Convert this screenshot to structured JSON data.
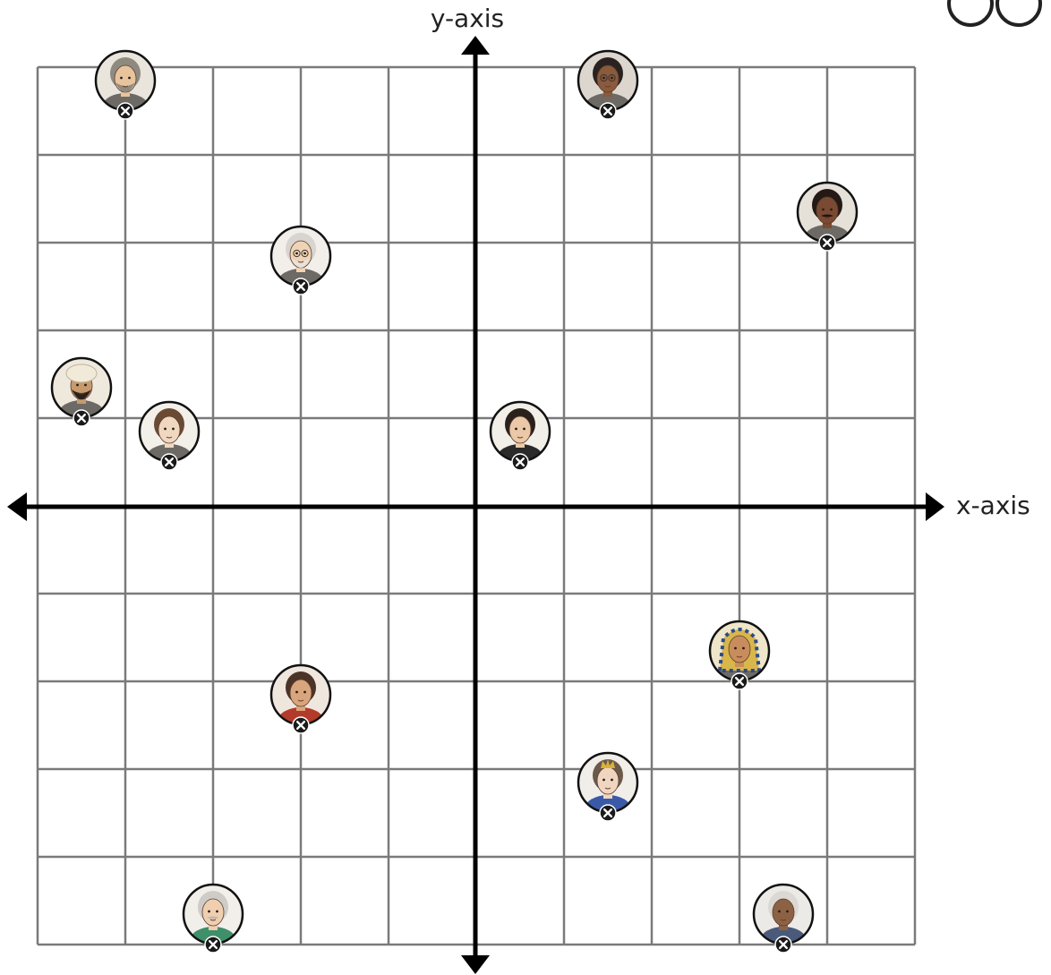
{
  "chart_data": {
    "type": "scatter",
    "xlabel": "x-axis",
    "ylabel": "y-axis",
    "xlim": [
      -5,
      5
    ],
    "ylim": [
      -5,
      5
    ],
    "grid": true,
    "points": [
      {
        "x": -4,
        "y": 4.5,
        "icon": "portrait-bearded-scholar-icon"
      },
      {
        "x": 1.5,
        "y": 4.5,
        "icon": "portrait-glasses-man-icon"
      },
      {
        "x": 4,
        "y": 3,
        "icon": "portrait-mustached-man-icon"
      },
      {
        "x": -2,
        "y": 2.5,
        "icon": "portrait-white-beard-man-icon"
      },
      {
        "x": -4.5,
        "y": 1,
        "icon": "portrait-turbaned-man-icon"
      },
      {
        "x": -3.5,
        "y": 0.5,
        "icon": "portrait-woman-bun-icon"
      },
      {
        "x": 0.5,
        "y": 0.5,
        "icon": "portrait-woman-dark-hair-icon"
      },
      {
        "x": 3,
        "y": -2,
        "icon": "portrait-pharaoh-icon"
      },
      {
        "x": -2,
        "y": -2.5,
        "icon": "portrait-roman-man-icon"
      },
      {
        "x": 1.5,
        "y": -3.5,
        "icon": "portrait-crowned-queen-icon"
      },
      {
        "x": -3,
        "y": -5,
        "icon": "portrait-wild-hair-scientist-icon"
      },
      {
        "x": 3.5,
        "y": -5,
        "icon": "portrait-smiling-elder-man-icon"
      }
    ]
  },
  "colors": {
    "grid": "#7a7a7a",
    "axis": "#000000",
    "marker": "#1a1a1a",
    "skin": "#e8c49c",
    "dark_skin": "#8a5a3c",
    "hair_gray": "#b7b3ad",
    "hair_dark": "#3a2a22"
  }
}
